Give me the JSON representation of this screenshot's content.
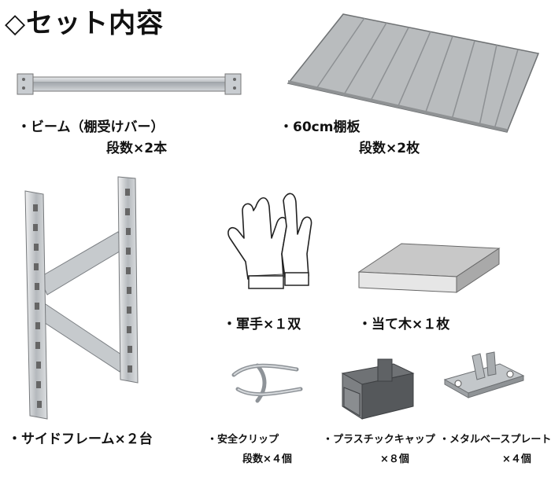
{
  "title": "◇セット内容",
  "items": {
    "beam": {
      "name": "・ビーム（棚受けバー）",
      "qty": "段数×2本"
    },
    "shelf": {
      "name": "・60cm棚板",
      "qty": "段数×2枚"
    },
    "side_frame": {
      "name": "・サイドフレーム×２台"
    },
    "gloves": {
      "name": "・軍手×１双"
    },
    "wood_block": {
      "name": "・当て木×１枚"
    },
    "safety_clip": {
      "name": "・安全クリップ",
      "qty": "段数×４個"
    },
    "plastic_cap": {
      "name": "・プラスチックキャップ",
      "qty": "×８個"
    },
    "metal_base_plate": {
      "name": "・メタルベースプレート",
      "qty": "×４個"
    }
  }
}
